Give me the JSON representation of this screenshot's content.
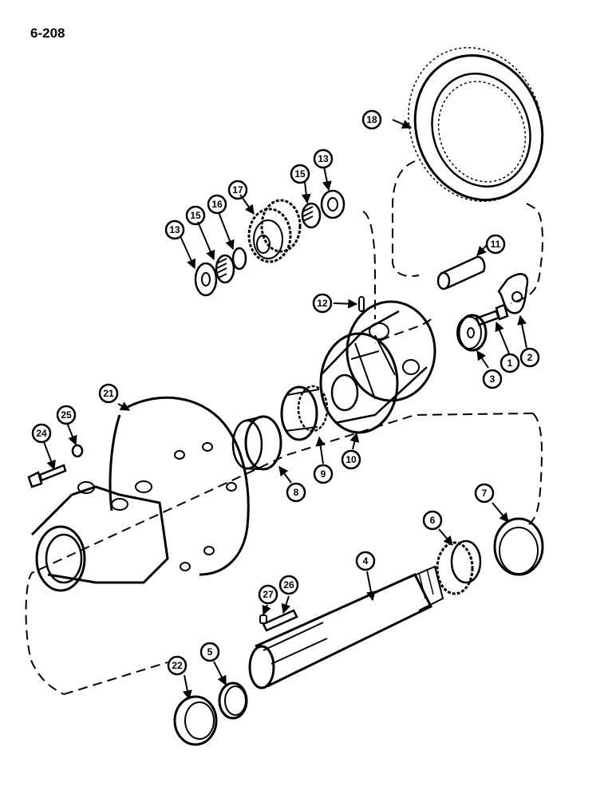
{
  "page": {
    "number": "6-208"
  },
  "callouts": [
    {
      "id": "c1",
      "label": "1"
    },
    {
      "id": "c2",
      "label": "2"
    },
    {
      "id": "c3",
      "label": "3"
    },
    {
      "id": "c4",
      "label": "4"
    },
    {
      "id": "c5",
      "label": "5"
    },
    {
      "id": "c6",
      "label": "6"
    },
    {
      "id": "c7",
      "label": "7"
    },
    {
      "id": "c8",
      "label": "8"
    },
    {
      "id": "c9",
      "label": "9"
    },
    {
      "id": "c10",
      "label": "10"
    },
    {
      "id": "c11",
      "label": "11"
    },
    {
      "id": "c12",
      "label": "12"
    },
    {
      "id": "c13a",
      "label": "13"
    },
    {
      "id": "c13b",
      "label": "13"
    },
    {
      "id": "c15a",
      "label": "15"
    },
    {
      "id": "c15b",
      "label": "15"
    },
    {
      "id": "c16",
      "label": "16"
    },
    {
      "id": "c17",
      "label": "17"
    },
    {
      "id": "c18",
      "label": "18"
    },
    {
      "id": "c21",
      "label": "21"
    },
    {
      "id": "c22",
      "label": "22"
    },
    {
      "id": "c24",
      "label": "24"
    },
    {
      "id": "c25",
      "label": "25"
    },
    {
      "id": "c26",
      "label": "26"
    },
    {
      "id": "c27",
      "label": "27"
    }
  ]
}
